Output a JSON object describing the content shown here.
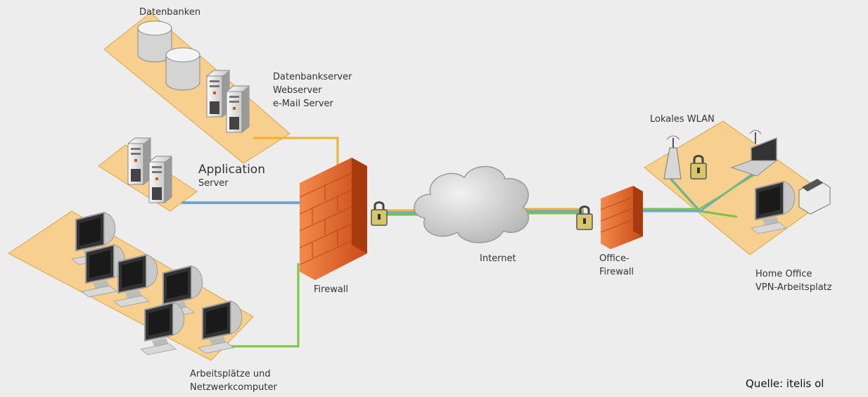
{
  "labels": {
    "databases": "Datenbanken",
    "servers": [
      "Datenbankserver",
      "Webserver",
      "e-Mail Server"
    ],
    "application_server": [
      "Application",
      "Server"
    ],
    "workstations": [
      "Arbeitsplätze und",
      "Netzwerkcomputer"
    ],
    "firewall": "Firewall",
    "internet": "Internet",
    "office_firewall": [
      "Office-",
      "Firewall"
    ],
    "wlan": "Lokales WLAN",
    "home_office": [
      "Home Office",
      "VPN-Arbeitsplatz"
    ]
  },
  "source": "Quelle: itelis ol",
  "colors": {
    "background": "#ededed",
    "platform": "#f7d08f",
    "firewall": "#e8622a",
    "line_orange": "#f0b030",
    "line_blue": "#6aa8d8",
    "line_green": "#7cc243",
    "cloud": "#c9c9c9"
  },
  "icons": [
    "database-icon",
    "server-icon",
    "monitor-icon",
    "firewall-icon",
    "lock-icon",
    "cloud-icon",
    "antenna-icon",
    "laptop-icon",
    "printer-icon"
  ]
}
